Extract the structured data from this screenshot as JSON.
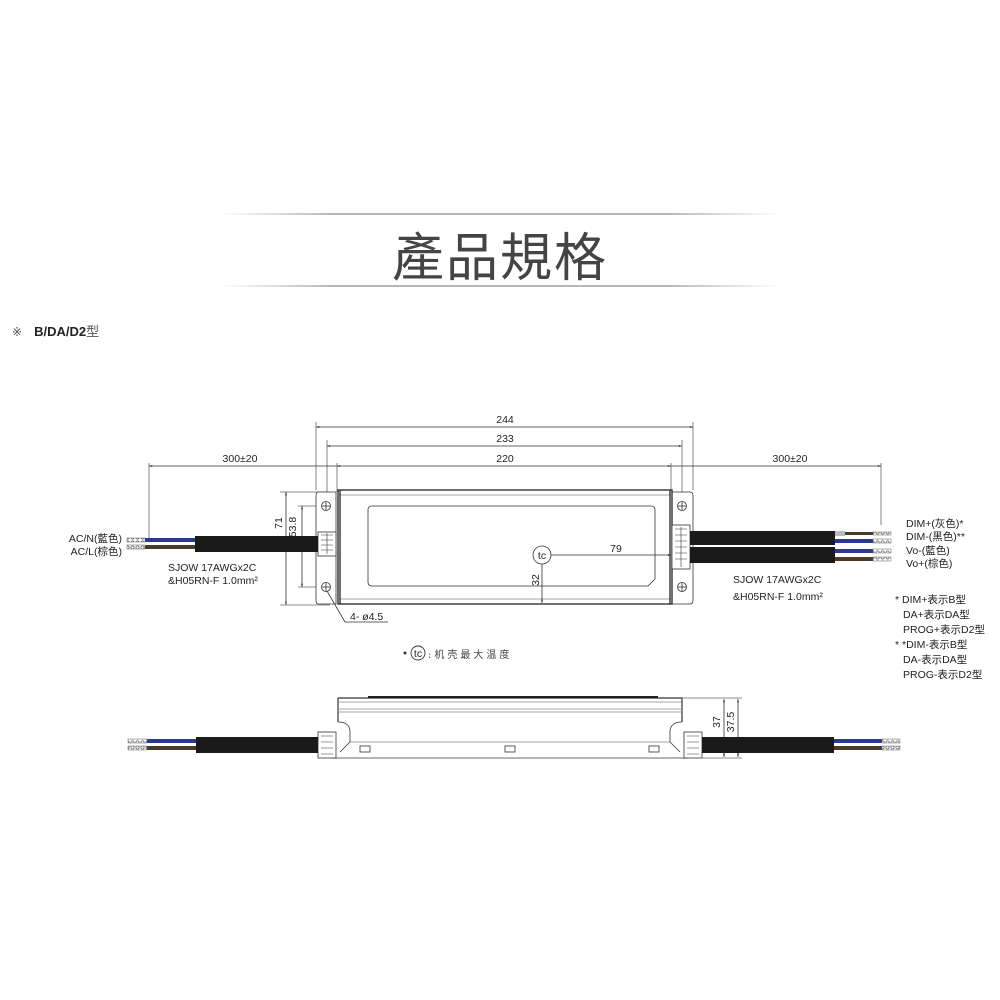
{
  "header": {
    "title": "產品規格"
  },
  "model": {
    "mark": "※",
    "name": "B/DA/D2",
    "suffix": "型"
  },
  "dimensions": {
    "overall_length": "244",
    "mounting_length": "233",
    "body_length": "220",
    "input_cable_length": "300±20",
    "output_cable_length": "300±20",
    "height_overall": "71",
    "mounting_hole_spacing": "53.8",
    "tc_offset_x": "79",
    "tc_offset_y": "32",
    "mounting_holes": "4- ø4.5",
    "side_height_inner": "37",
    "side_height_outer": "37.5"
  },
  "input_wires": {
    "acn_label": "AC/N(藍色)",
    "acl_label": "AC/L(棕色)",
    "cable_spec_line1": "SJOW 17AWGx2C",
    "cable_spec_line2": "&H05RN-F 1.0mm²"
  },
  "output_wires": {
    "dim_plus_label": "DIM+(灰色)*",
    "dim_minus_label": "DIM-(黑色)**",
    "vo_minus_label": "Vo-(藍色)",
    "vo_plus_label": "Vo+(棕色)",
    "cable_spec_line1": "SJOW 17AWGx2C",
    "cable_spec_line2": "&H05RN-F 1.0mm²"
  },
  "notes": {
    "n1": "* DIM+表示B型",
    "n2": "DA+表示DA型",
    "n3": "PROG+表示D2型",
    "n4": "* *DIM-表示B型",
    "n5": "DA-表示DA型",
    "n6": "PROG-表示D2型"
  },
  "tc_legend": {
    "symbol": "tc",
    "text": ":机壳最大温度"
  },
  "colors": {
    "wire_blue": "#2b3a8f",
    "wire_brown": "#4a3a2a",
    "wire_gray": "#b0b0b0",
    "cable_black": "#1a1a1a",
    "line": "#333333"
  }
}
